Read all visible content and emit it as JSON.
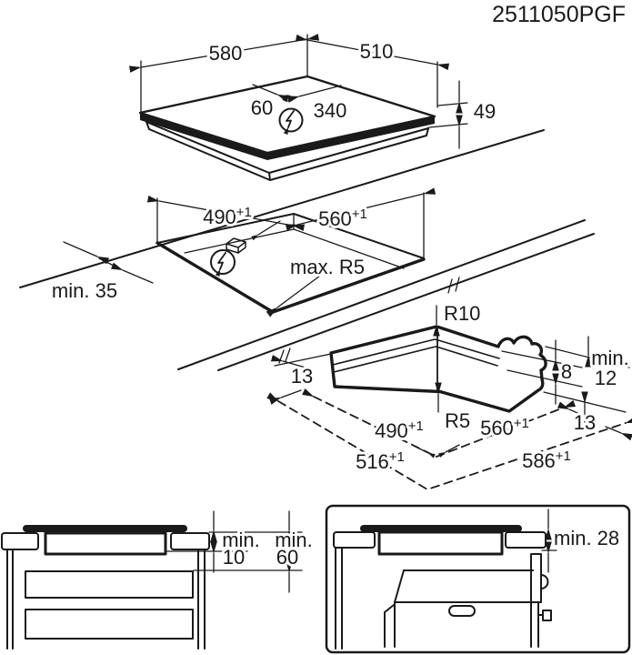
{
  "document_number": "2511050PGF",
  "colors": {
    "line": "#1a1a1a",
    "background": "#ffffff"
  },
  "hob_view": {
    "width": "580",
    "depth": "510",
    "connection_offset_left": "60",
    "connection_offset_right": "340",
    "height": "49"
  },
  "cutout_view": {
    "cutout_depth": "490",
    "cutout_depth_tol": "+1",
    "cutout_width": "560",
    "cutout_width_tol": "+1",
    "wall_distance": "min. 35",
    "corner_radius": "max. R5"
  },
  "frame_view": {
    "top_radius": "R10",
    "bottom_radius": "R5",
    "offset_left": "13",
    "offset_right": "13",
    "lip_height": "8",
    "min_height_word": "min.",
    "min_height_value": "12",
    "inner_depth": "490",
    "inner_depth_tol": "+1",
    "inner_width": "560",
    "inner_width_tol": "+1",
    "outer_depth": "516",
    "outer_depth_tol": "+1",
    "outer_width": "586",
    "outer_width_tol": "+1"
  },
  "cabinet_view": {
    "clearance1_word": "min.",
    "clearance1_value": "10",
    "clearance2_word": "min.",
    "clearance2_value": "60"
  },
  "oven_view": {
    "clearance": "min. 28"
  }
}
